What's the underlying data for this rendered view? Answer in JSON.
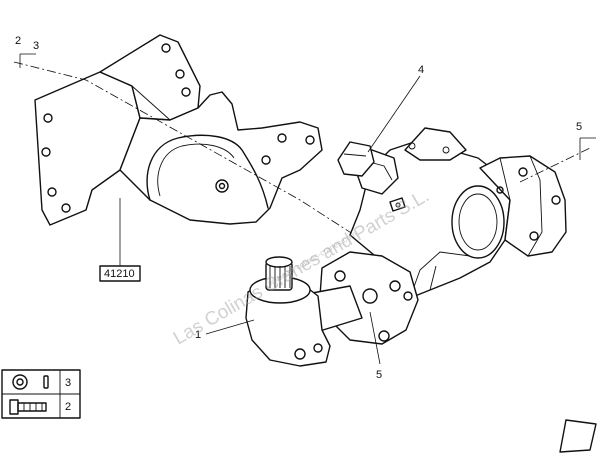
{
  "callouts": {
    "mount_top_left_a": "2",
    "mount_top_left_b": "3",
    "bracket_code": "41210",
    "part_1": "1",
    "part_4": "4",
    "part_5_top": "5",
    "part_5_bottom": "5"
  },
  "legend": {
    "rows": [
      {
        "icon": "washer-and-pin-icon",
        "number": "3"
      },
      {
        "icon": "bolt-icon",
        "number": "2"
      }
    ]
  },
  "watermark": {
    "main": "Las Colinas Cranes and Parts S.L.",
    "sub": "www.las-colinas-cranes.com"
  }
}
